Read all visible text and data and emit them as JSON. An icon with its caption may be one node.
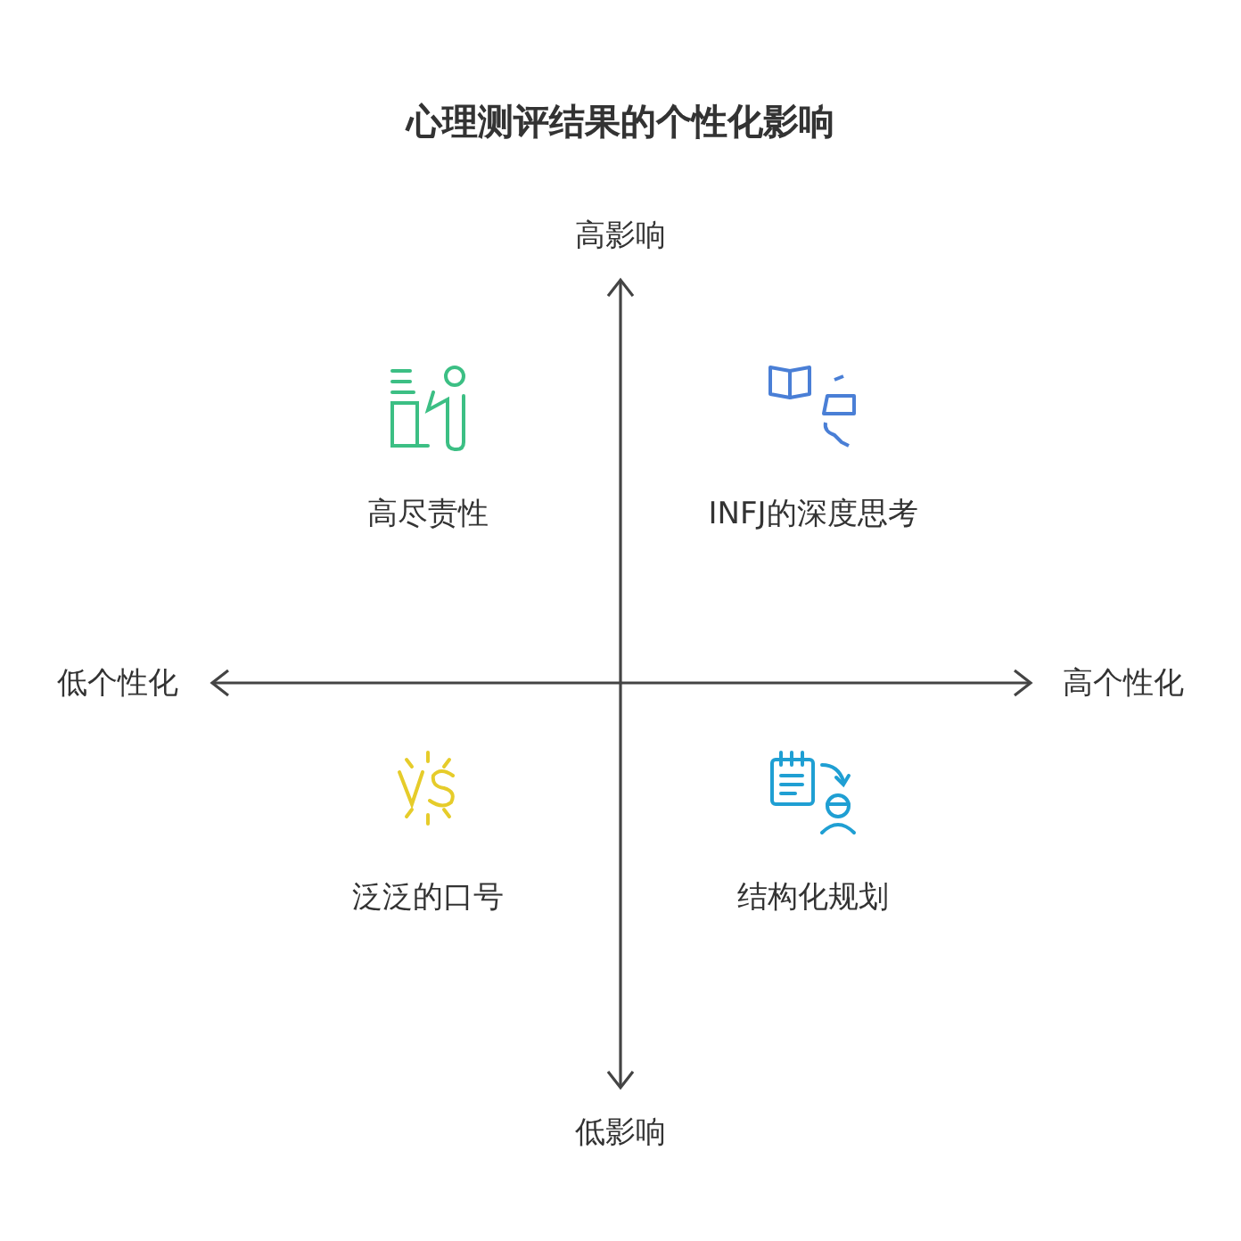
{
  "diagram": {
    "title": "心理测评结果的个性化影响",
    "labels": [
      "高影响",
      "高尽责性",
      "INFJ的深度思考",
      "低个性化",
      "高个性化",
      "泛泛的口号",
      "结构化规划",
      "低影响"
    ]
  }
}
